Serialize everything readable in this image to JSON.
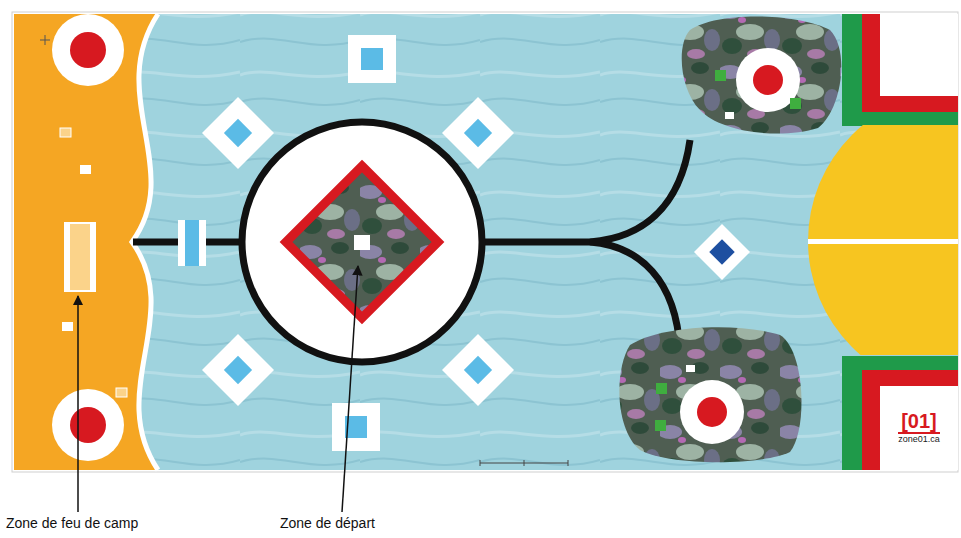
{
  "diagram": {
    "nodes": [
      {
        "text": [
          "[01]",
          "zone01.ca"
        ]
      }
    ],
    "labels": [
      "Zone de feu de camp",
      "Zone de départ"
    ]
  }
}
